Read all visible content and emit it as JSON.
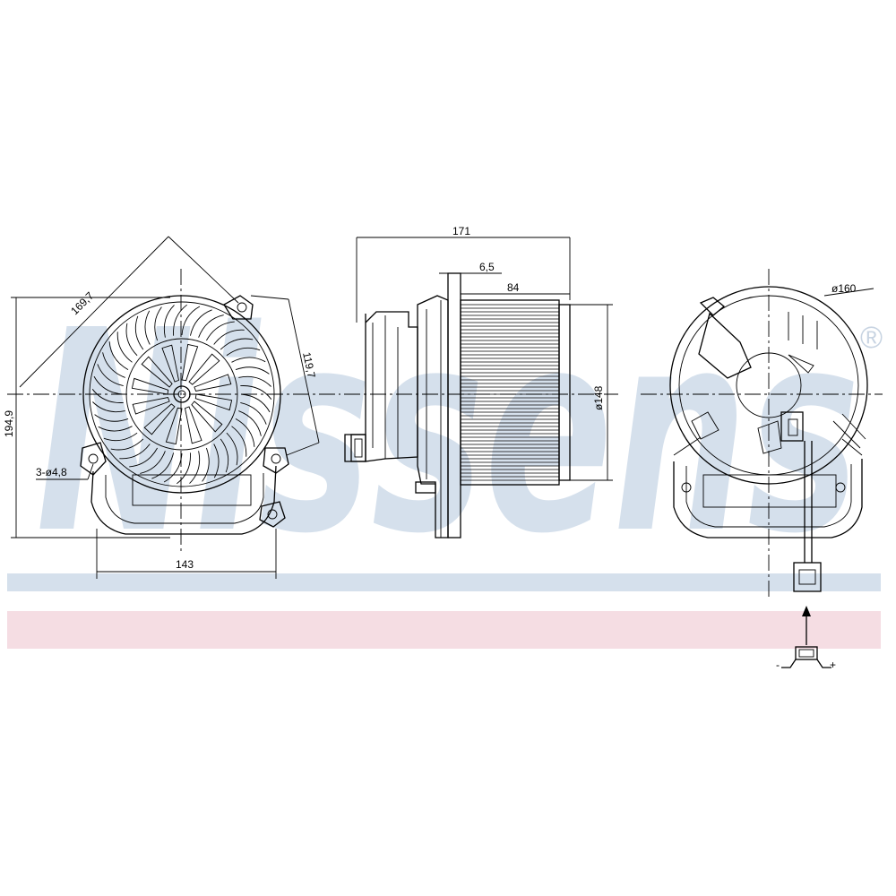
{
  "watermark": {
    "brand_text": "Nissens",
    "registered_symbol": "®",
    "colors": {
      "blue": "#d5e0ec",
      "pink": "#f5dde3"
    }
  },
  "dimensions": {
    "front": {
      "diagonal": "169,7",
      "height": "194,9",
      "span": "119,7",
      "holes": "3-ø4,8",
      "width": "143"
    },
    "side": {
      "length": "171",
      "offset": "6,5",
      "rotor_width": "84",
      "diameter": "ø148"
    },
    "rear": {
      "diameter": "ø160"
    }
  },
  "connector": {
    "minus": "-",
    "plus": "+"
  }
}
